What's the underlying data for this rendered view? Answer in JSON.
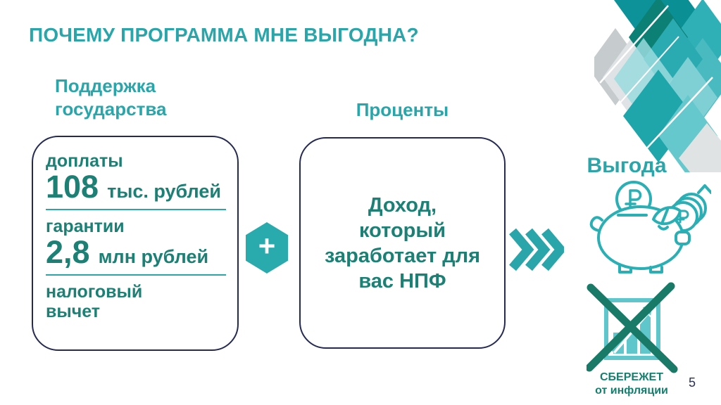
{
  "title": "ПОЧЕМУ ПРОГРАММА МНЕ ВЫГОДНА?",
  "support_card": {
    "label_lines": [
      "Поддержка",
      "государства"
    ],
    "items": [
      {
        "caption": "доплаты",
        "value": "108",
        "unit": "тыс. рублей"
      },
      {
        "caption": "гарантии",
        "value": "2,8",
        "unit": "млн рублей"
      },
      {
        "caption": "налоговый вычет"
      }
    ]
  },
  "plus_sign": "+",
  "interest_card": {
    "label": "Проценты",
    "text_lines": [
      "Доход,",
      "который",
      "заработает для",
      "вас НПФ"
    ]
  },
  "benefit": {
    "label": "Выгода",
    "caption_lines": [
      "СБЕРЕЖЕТ",
      "от инфляции"
    ]
  },
  "page_number": "5",
  "icons": {
    "plus": "plus-icon",
    "arrows": "triple-chevron-right-icon",
    "benefit": "piggy-bank-ruble-icon",
    "inflation": "crossed-growth-chart-icon",
    "decor": "geometric-diamond-pattern"
  },
  "colors": {
    "accent_teal": "#2AA6AA",
    "card_text_teal": "#1C8075",
    "cross_dark_green": "#1A7A68",
    "icon_light_teal": "#5FC6CB",
    "border_navy": "#252A52"
  }
}
